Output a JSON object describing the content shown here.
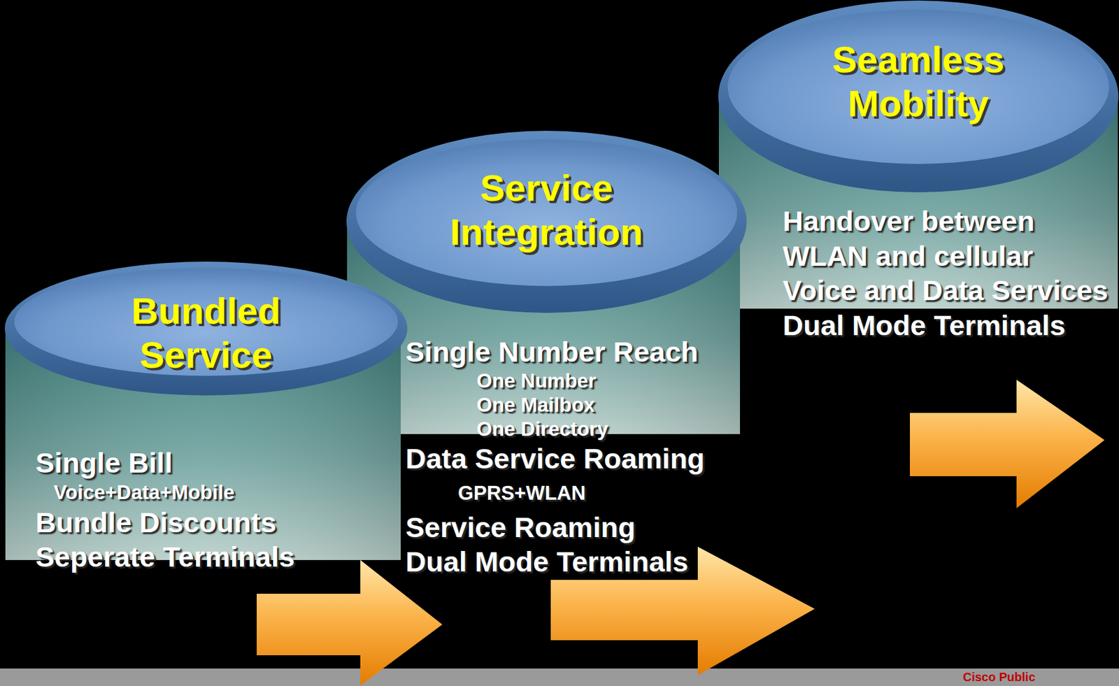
{
  "diagram": {
    "nodes": [
      {
        "text": [
          "Bundled Service",
          "Single Bill",
          "Voice+Data+Mobile",
          "Bundle Discounts",
          "Seperate Terminals"
        ]
      },
      {
        "text": [
          "Service Integration",
          "Single Number Reach",
          "One Number",
          "One Mailbox",
          "One Directory",
          "Data Service Roaming",
          "GPRS+WLAN",
          "Service Roaming",
          "Dual Mode Terminals"
        ]
      },
      {
        "text": [
          "Seamless Mobility",
          "Handover between WLAN and cellular Voice and Data Services",
          "Dual Mode Terminals"
        ]
      }
    ],
    "labels": [
      "Cisco Public"
    ]
  }
}
